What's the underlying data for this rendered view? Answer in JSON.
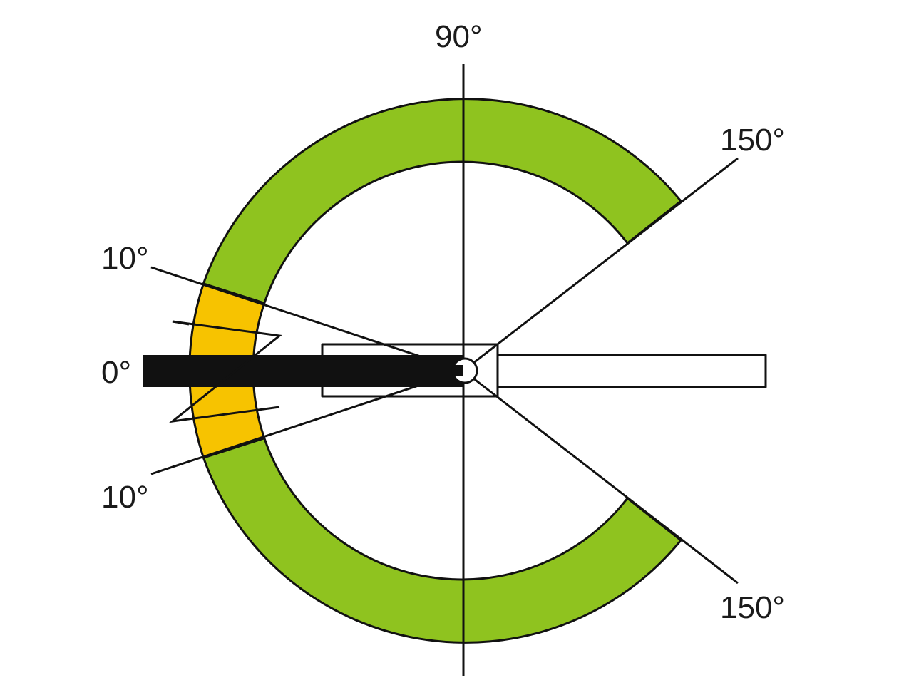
{
  "labels": {
    "top": "90°",
    "upper_right": "150°",
    "lower_right": "150°",
    "upper_left": "10°",
    "left": "0°",
    "lower_left": "10°"
  },
  "colors": {
    "allowed_zone": "#8fc31f",
    "limited_zone": "#f7c300",
    "outline": "#111111",
    "bar": "#111111",
    "background": "#ffffff"
  },
  "zones": {
    "allowed_range_deg": [
      10,
      150
    ],
    "limited_range_deg": [
      0,
      10
    ]
  }
}
